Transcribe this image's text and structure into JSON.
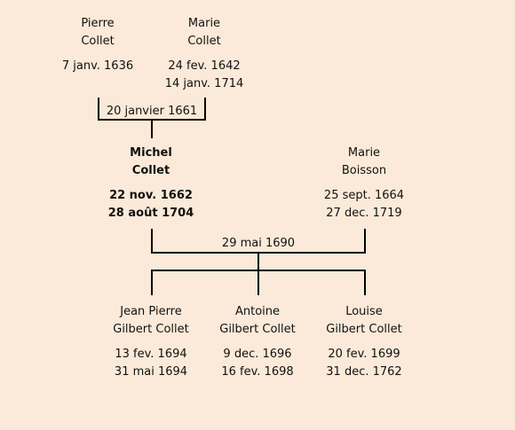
{
  "grandparents": {
    "father": {
      "first": "Pierre",
      "last": "Collet",
      "birth": "7 janv. 1636",
      "death": ""
    },
    "mother": {
      "first": "Marie",
      "last": "Collet",
      "birth": "24 fev. 1642",
      "death": "14 janv. 1714"
    },
    "marriage": "20 janvier 1661"
  },
  "parents": {
    "father": {
      "first": "Michel",
      "last": "Collet",
      "birth": "22 nov. 1662",
      "death": "28 août 1704"
    },
    "mother": {
      "first": "Marie",
      "last": "Boisson",
      "birth": "25 sept. 1664",
      "death": "27 dec. 1719"
    },
    "marriage": "29 mai 1690"
  },
  "children": [
    {
      "first": "Jean Pierre",
      "last": "Gilbert Collet",
      "birth": "13 fev. 1694",
      "death": "31 mai 1694"
    },
    {
      "first": "Antoine",
      "last": "Gilbert Collet",
      "birth": "9 dec. 1696",
      "death": "16 fev. 1698"
    },
    {
      "first": "Louise",
      "last": "Gilbert Collet",
      "birth": "20 fev. 1699",
      "death": "31 dec. 1762"
    }
  ],
  "colors": {
    "background": "#fbead9",
    "line": "#000000"
  }
}
